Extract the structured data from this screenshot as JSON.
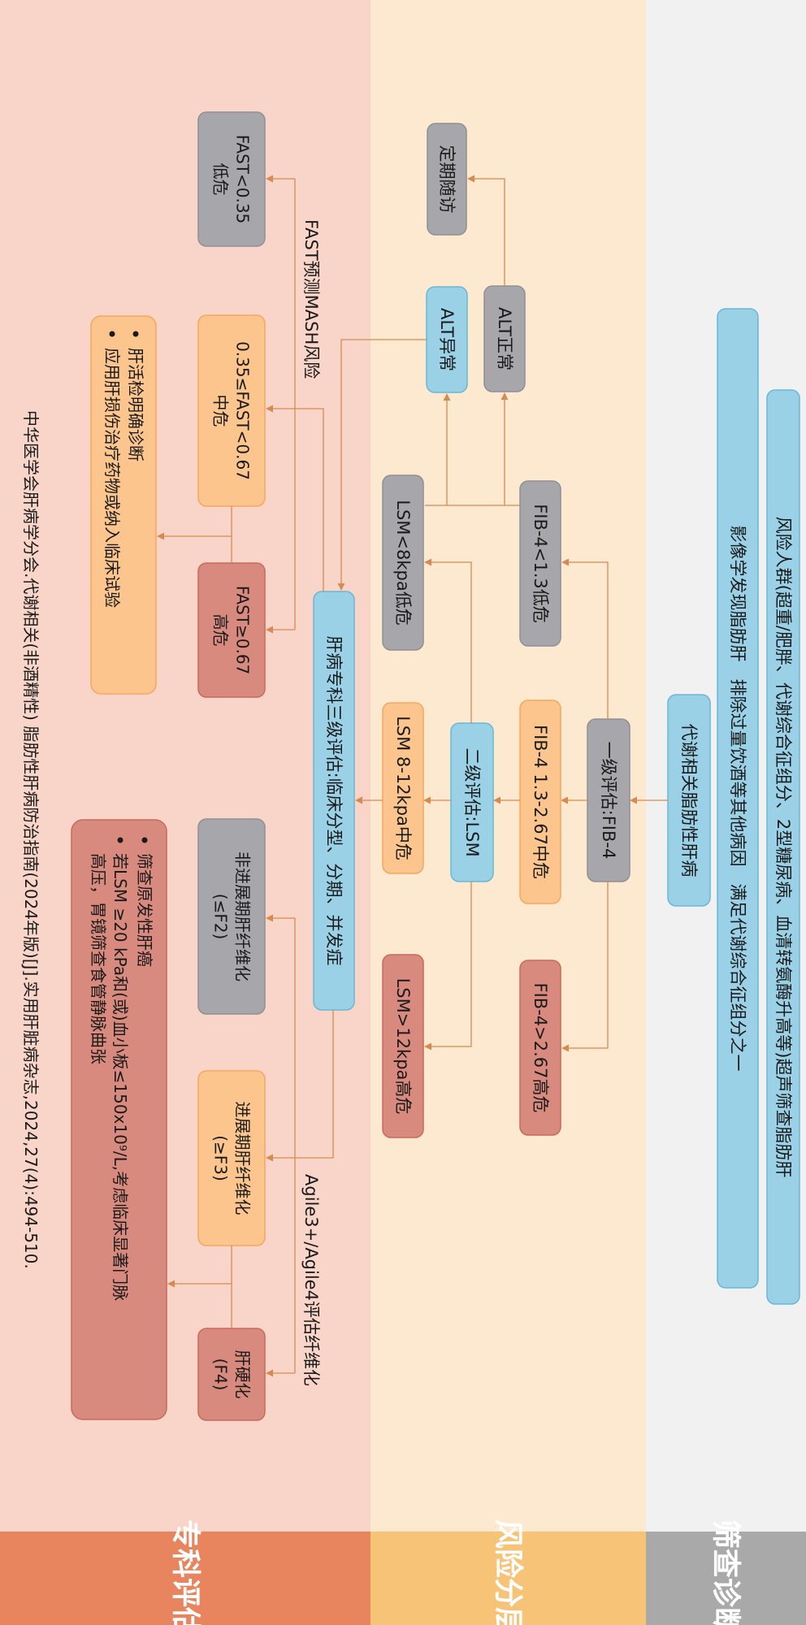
{
  "colors": {
    "band_specialist_bg": "#F8D5C8",
    "band_risk_bg": "#FCE9D0",
    "band_screen_bg": "#F1F1F1",
    "footer_specialist": "#E8855E",
    "footer_risk": "#F6C377",
    "footer_screen": "#A9A9A9",
    "blue_fill": "#9AD1E6",
    "blue_stroke": "#68B8D6",
    "gray_fill": "#A6A6AB",
    "gray_stroke": "#8F8F96",
    "orange_fill": "#FBC58D",
    "orange_stroke": "#F3A860",
    "red_fill": "#D98A7E",
    "red_stroke": "#C86A5A",
    "arrow": "#D68A50",
    "text": "#1a1a1a"
  },
  "bands": {
    "specialist": "专科评估",
    "risk": "风险分层",
    "screening": "筛查诊断"
  },
  "screening": {
    "risk_population": "风险人群(超重/肥胖、代谢综合征组分、2型糖尿病、血清转氨酶升高等)超声筛查脂肪肝",
    "criteria": "影像学发现脂肪肝　排除过量饮酒等其他病因　满足代谢综合征组分之一",
    "diagnosis": "代谢相关脂肪性肝病"
  },
  "risk": {
    "fib4_step": "一级评估:FIB-4",
    "fib4_low": "FIB-4<1.3低危",
    "fib4_mid": "FIB-4 1.3-2.67中危",
    "fib4_high": "FIB-4>2.67高危",
    "lsm_step": "二级评估:LSM",
    "lsm_low": "LSM<8kpa低危",
    "lsm_mid": "LSM 8-12kpa中危",
    "lsm_high": "LSM>12kpa高危",
    "alt_normal": "ALT正常",
    "alt_abnormal": "ALT异常",
    "followup": "定期随访"
  },
  "specialist": {
    "third_step": "肝病专科三级评估:临床分型、分期、并发症",
    "fast_label": "FAST预测MASH风险",
    "fast_low": [
      "FAST<0.35",
      "低危"
    ],
    "fast_mid": [
      "0.35≤FAST<0.67",
      "中危"
    ],
    "fast_high": [
      "FAST≥0.67",
      "高危"
    ],
    "fast_actions": [
      "肝活检明确诊断",
      "应用肝损伤治疗药物或纳入临床试验"
    ],
    "agile_label": "Agile3+/Agile4评估纤维化",
    "fib_nonadv": [
      "非进展期肝纤维化",
      "(≤F2)"
    ],
    "fib_adv": [
      "进展期肝纤维化",
      "(≥F3)"
    ],
    "cirrhosis": [
      "肝硬化",
      "(F4)"
    ],
    "fib_actions": [
      "筛查原发性肝癌",
      "若LSM ≥20 kPa和(或)血小板≤150x10⁹/L,考虑临床显著门脉高压，胃镜筛查食管静脉曲张"
    ]
  },
  "citation": "中华医学会肝病学分会.代谢相关(非酒精性) 脂肪性肝病防治指南(2024年版)[J].实用肝脏病杂志,2024,27(4):494-510."
}
